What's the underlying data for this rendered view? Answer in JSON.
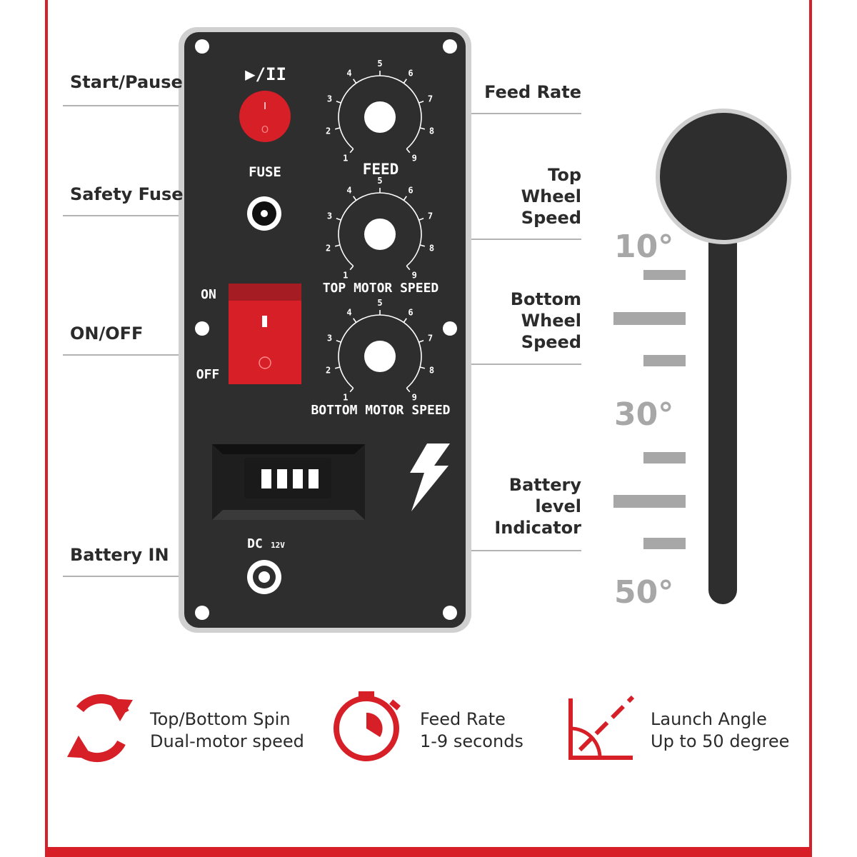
{
  "callouts": {
    "start_pause": "Start/Pause",
    "safety_fuse": "Safety Fuse",
    "on_off": "ON/OFF",
    "battery_in": "Battery IN",
    "feed_rate": "Feed Rate",
    "top_wheel_speed": [
      "Top",
      "Wheel",
      "Speed"
    ],
    "bottom_wheel_speed": [
      "Bottom",
      "Wheel",
      "Speed"
    ],
    "battery_level_indicator": [
      "Battery",
      "level",
      "Indicator"
    ]
  },
  "panel": {
    "play_pause_symbol": "▶/II",
    "start_button_marks": [
      "I",
      "O"
    ],
    "fuse_label": "FUSE",
    "switch_on": "ON",
    "switch_off": "OFF",
    "knobs": [
      {
        "label": "FEED",
        "ticks": [
          "1",
          "2",
          "3",
          "4",
          "5",
          "6",
          "7",
          "8",
          "9"
        ]
      },
      {
        "label": "TOP MOTOR SPEED",
        "ticks": [
          "1",
          "2",
          "3",
          "4",
          "5",
          "6",
          "7",
          "8",
          "9"
        ]
      },
      {
        "label": "BOTTOM MOTOR SPEED",
        "ticks": [
          "1",
          "2",
          "3",
          "4",
          "5",
          "6",
          "7",
          "8",
          "9"
        ]
      }
    ],
    "dc_label": "DC",
    "dc_voltage": "12V",
    "battery_bars": 4,
    "bolt_icon": "lightning-bolt-icon"
  },
  "angle_scale": {
    "labels": [
      "10°",
      "30°",
      "50°"
    ]
  },
  "features": [
    {
      "icon": "refresh-arrows-icon",
      "line1": "Top/Bottom Spin",
      "line2": "Dual-motor speed"
    },
    {
      "icon": "stopwatch-icon",
      "line1": "Feed Rate",
      "line2": "1-9 seconds"
    },
    {
      "icon": "angle-icon",
      "line1": "Launch Angle",
      "line2": "Up to 50 degree"
    }
  ],
  "colors": {
    "accent_red": "#d61f26",
    "panel_dark": "#2e2e2e",
    "panel_border": "#cfcfcf",
    "scale_gray": "#a7a7a7"
  }
}
